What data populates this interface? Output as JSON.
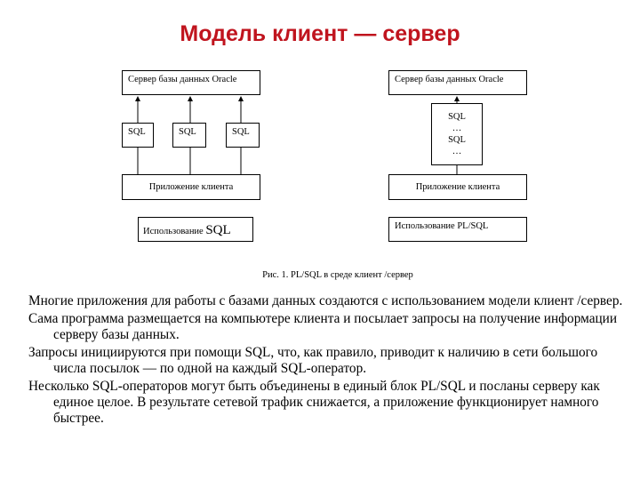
{
  "title": "Модель клиент — сервер",
  "left_diagram": {
    "server": "Сервер базы данных Oracle",
    "sql_boxes": [
      "SQL",
      "SQL",
      "SQL"
    ],
    "client": "Приложение клиента",
    "usage_prefix": "Использование",
    "usage_sql": "SQL"
  },
  "right_diagram": {
    "server": "Сервер базы данных Oracle",
    "block_lines": [
      "SQL",
      "…",
      "SQL",
      "…"
    ],
    "client": "Приложение клиента",
    "usage": "Использование PL/SQL"
  },
  "caption": "Рис. 1. PL/SQL в среде клиент /сервер",
  "paragraphs": [
    "Многие приложения для работы с базами данных создаются с использованием модели клиент /сервер.",
    "Сама программа размещается на компьютере клиента и посылает запросы на получение информации серверу базы данных.",
    "Запросы инициируются при помощи  SQL, что, как правило, приводит к наличию в сети большого числа посылок — по одной на каждый SQL-оператор.",
    "Несколько SQL-операторов могут быть объединены в единый блок  PL/SQL и посланы серверу как единое целое. В результате сетевой трафик снижается, а приложение функционирует намного быстрее."
  ]
}
